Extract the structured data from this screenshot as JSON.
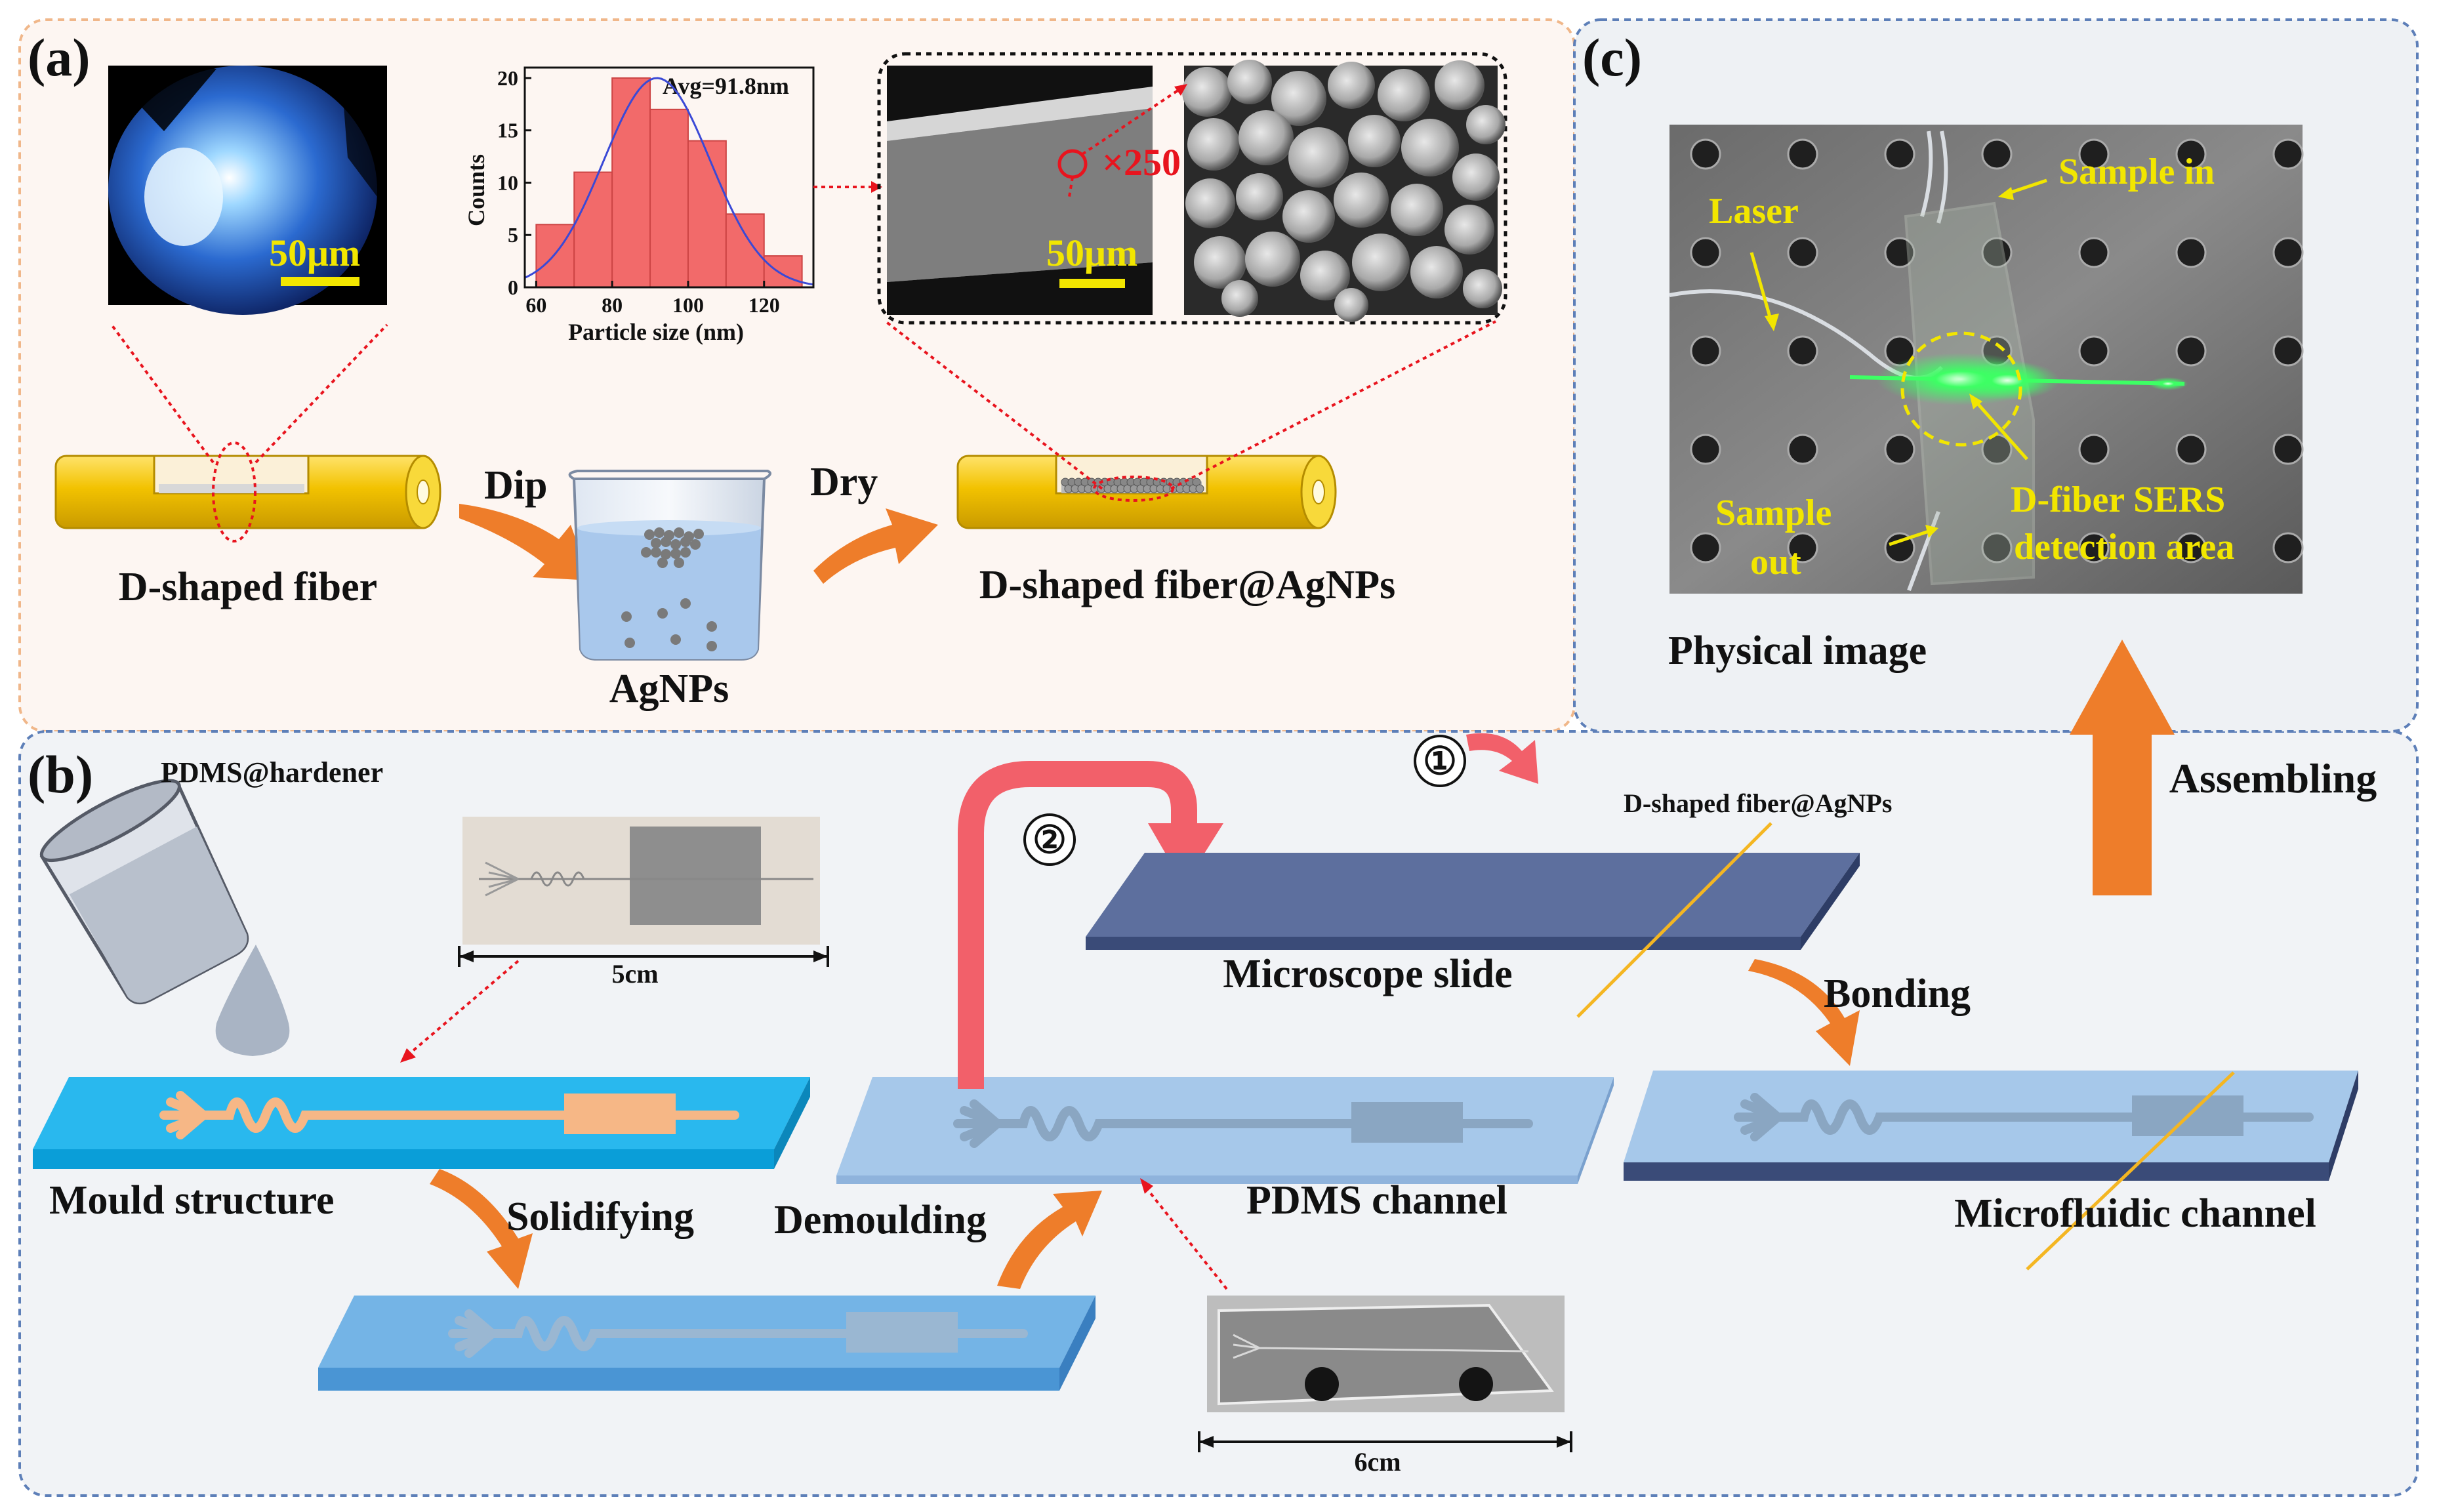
{
  "panels": {
    "a": "(a)",
    "b": "(b)",
    "c": "(c)"
  },
  "panel_a": {
    "fiber_end_scale": "50μm",
    "histogram": {
      "avg_label": "Avg=91.8nm",
      "xlabel": "Particle size (nm)",
      "ylabel": "Counts",
      "x_ticks": [
        "60",
        "80",
        "100",
        "120"
      ],
      "y_ticks": [
        "0",
        "5",
        "10",
        "15",
        "20"
      ],
      "bins": [
        {
          "from": 60,
          "to": 70,
          "count": 6
        },
        {
          "from": 70,
          "to": 80,
          "count": 11
        },
        {
          "from": 80,
          "to": 90,
          "count": 20
        },
        {
          "from": 90,
          "to": 100,
          "count": 17
        },
        {
          "from": 100,
          "to": 110,
          "count": 14
        },
        {
          "from": 110,
          "to": 120,
          "count": 7
        },
        {
          "from": 120,
          "to": 130,
          "count": 3
        }
      ],
      "xlim": [
        57,
        133
      ],
      "ylim": [
        0,
        21
      ],
      "fit_mean": 91.8,
      "fit_sigma": 14,
      "fit_peak": 20,
      "bar_color": "#f26a6a",
      "fit_color": "#3a49d6"
    },
    "sem_scale": "50μm",
    "magnification": "×250",
    "fiber_label": "D-shaped fiber",
    "dip_label": "Dip",
    "agnps_label": "AgNPs",
    "dry_label": "Dry",
    "fiber_agnps_label": "D-shaped fiber@AgNPs"
  },
  "panel_b": {
    "pdms_hardener": "PDMS@hardener",
    "mould_photo_scale": "5cm",
    "mould_label": "Mould structure",
    "solidifying_label": "Solidifying",
    "demoulding_label": "Demoulding",
    "pdms_channel_label": "PDMS  channel",
    "pdms_photo_scale": "6cm",
    "step1": "①",
    "step2": "②",
    "fiber_on_slide": "D-shaped fiber@AgNPs",
    "slide_label": "Microscope slide",
    "bonding_label": "Bonding",
    "microfluidic_label": "Microfluidic channel",
    "assembling_label": "Assembling"
  },
  "panel_c": {
    "laser": "Laser",
    "sample_in": "Sample in",
    "sample_out_1": "Sample",
    "sample_out_2": "out",
    "detection_1": "D-fiber SERS",
    "detection_2": "detection area",
    "caption": "Physical image"
  },
  "colors": {
    "fiber_yellow": "#f2c200",
    "arrow_orange": "#ee7d2a",
    "slide_navy": "#4e6191",
    "chip_blue": "#1fb3ec",
    "channel_orange": "#f6b786",
    "pdms_blue": "#a6c8ea",
    "red_arrow": "#f2606a",
    "laser_green": "#32ff5a"
  }
}
